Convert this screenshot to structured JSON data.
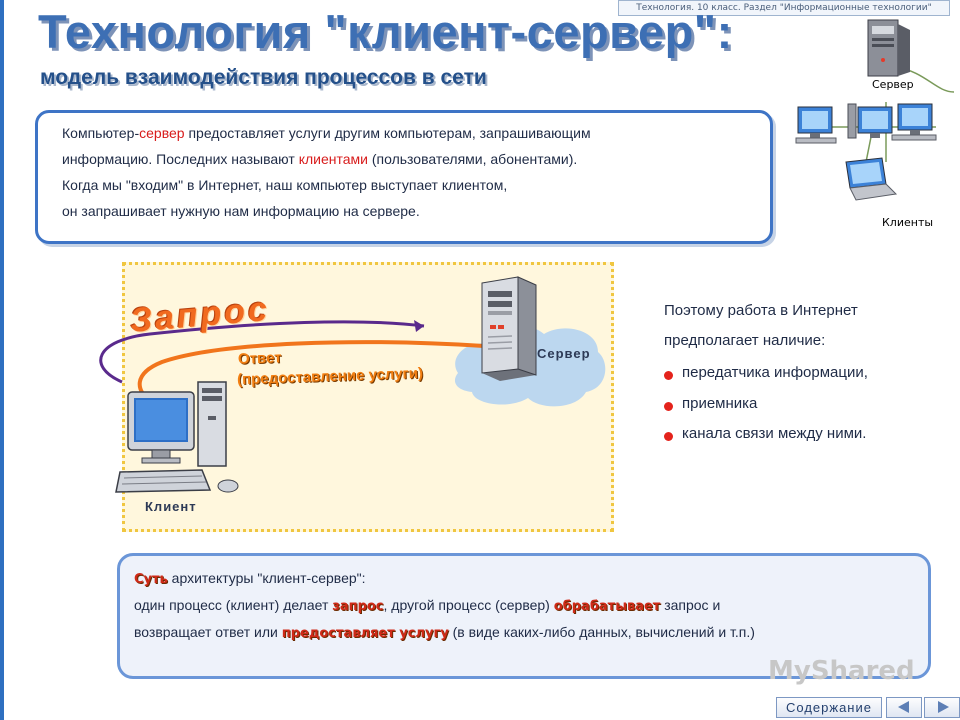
{
  "header": {
    "banner": "Технология. 10 класс. Раздел \"Информационные технологии\"",
    "title": "Технология \"клиент-сервер\":",
    "subtitle": "модель взаимодействия процессов в сети"
  },
  "intro": {
    "line1_a": "Компьютер-",
    "line1_red": "сервер",
    "line1_b": " предоставляет услуги другим компьютерам, запрашивающим",
    "line2_a": "информацию. Последних называют ",
    "line2_red": "клиентами",
    "line2_b": " (пользователями, абонентами).",
    "line3": "Когда мы \"входим\" в Интернет, наш компьютер выступает клиентом,",
    "line4": "он запрашивает нужную нам информацию на сервере."
  },
  "network_diagram": {
    "server_label": "Сервер",
    "clients_label": "Клиенты"
  },
  "illustration": {
    "request_label": "Запрос",
    "response_line1": "Ответ",
    "response_line2": "(предоставление услуги)",
    "server_label": "Сервер",
    "client_label": "Клиент"
  },
  "right_text": {
    "line1": "Поэтому работа в Интернет",
    "line2": "предполагает наличие:",
    "bullets": [
      "передатчика информации,",
      "приемника",
      "канала связи между ними."
    ]
  },
  "summary": {
    "essence": "Суть",
    "line1_rest": " архитектуры \"клиент-сервер\":",
    "line2_a": "один процесс (клиент) делает ",
    "line2_hl1": "запрос",
    "line2_b": ", другой процесс (сервер) ",
    "line2_hl2": "обрабатывает",
    "line2_c": " запрос и",
    "line3_a": "возвращает ответ или ",
    "line3_hl": "предоставляет услугу",
    "line3_b": " (в виде каких-либо данных, вычислений и т.п.)"
  },
  "watermark": "MyShared",
  "nav": {
    "contents_label": "Содержание",
    "prev_icon": "triangle-left-icon",
    "next_icon": "triangle-right-icon"
  },
  "colors": {
    "title_blue": "#3d6fb4",
    "accent_red": "#d81c1c",
    "box_border": "#3e74c6",
    "orange": "#f16a1f",
    "purple_arc": "#5a2a8c"
  }
}
